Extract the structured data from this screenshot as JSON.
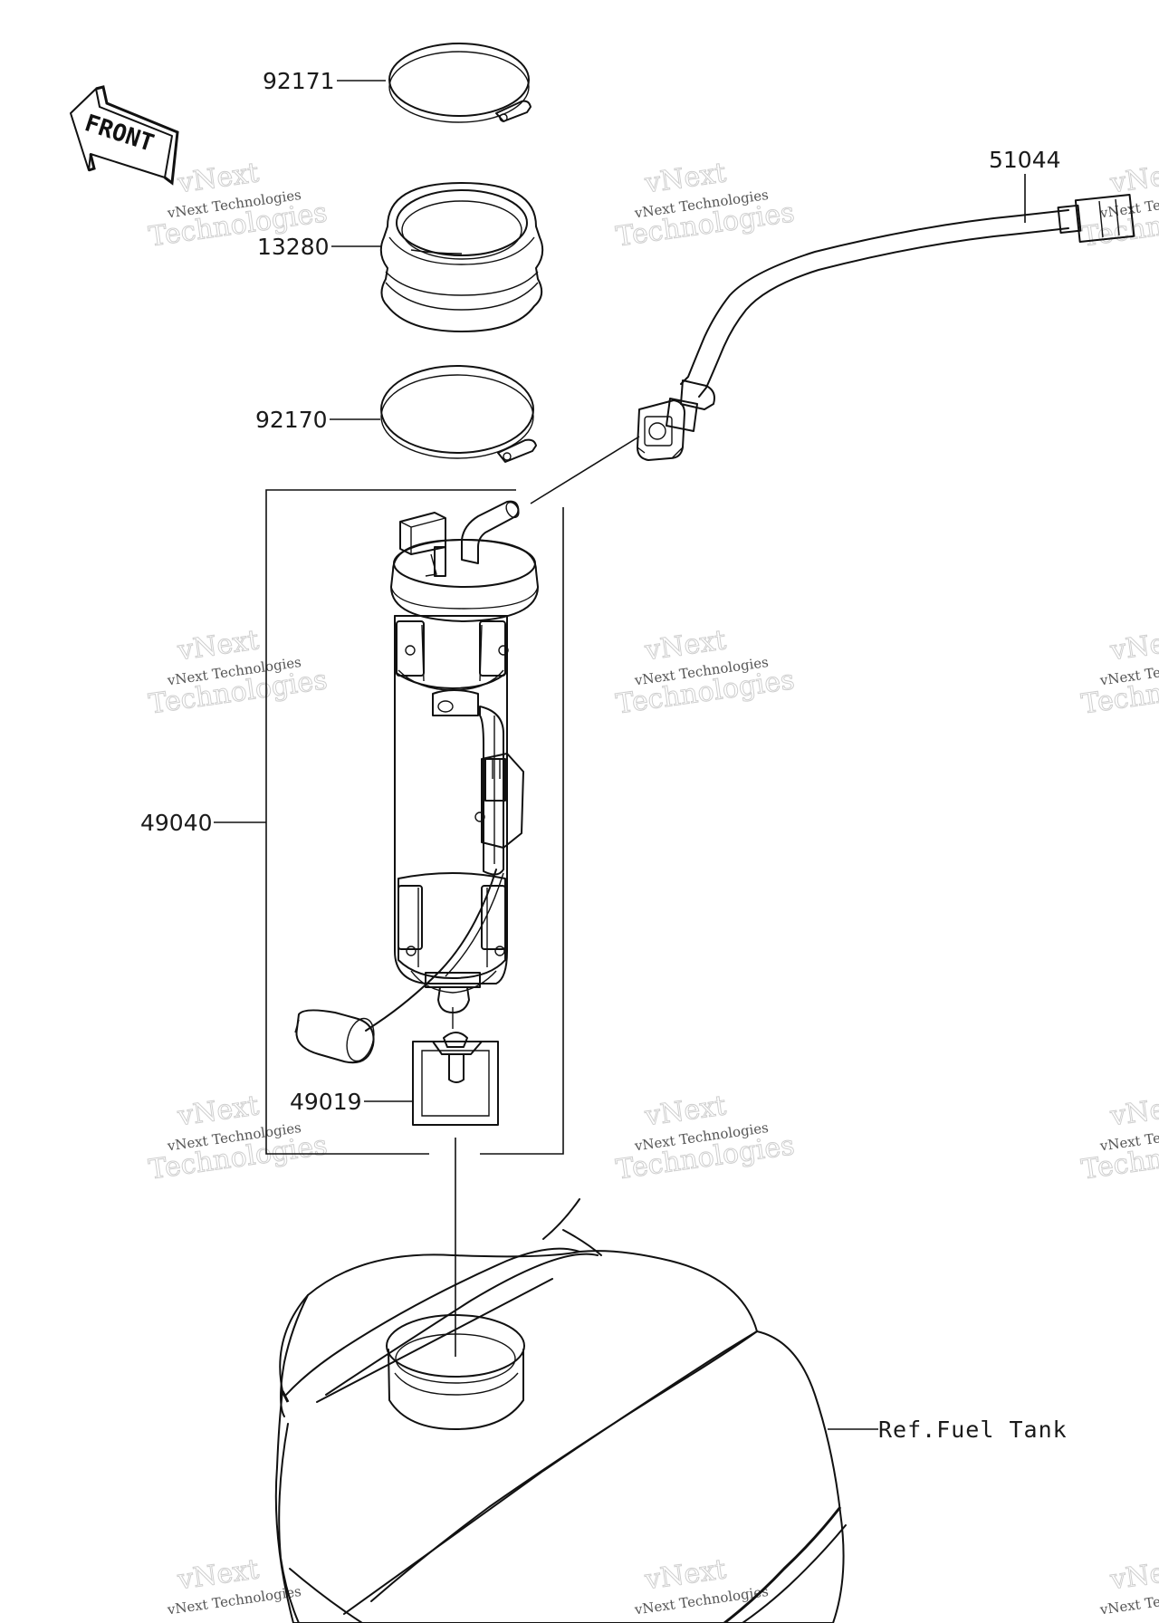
{
  "diagram": {
    "front_arrow_text": "FRONT",
    "labels": {
      "p92171": "92171",
      "p13280": "13280",
      "p92170": "92170",
      "p51044": "51044",
      "p49040": "49040",
      "p49019": "49019",
      "ref_fuel_tank": "Ref.Fuel Tank"
    },
    "watermark": {
      "line1": "vNext",
      "line2": "vNext Technologies",
      "line3": "Technologies"
    }
  }
}
